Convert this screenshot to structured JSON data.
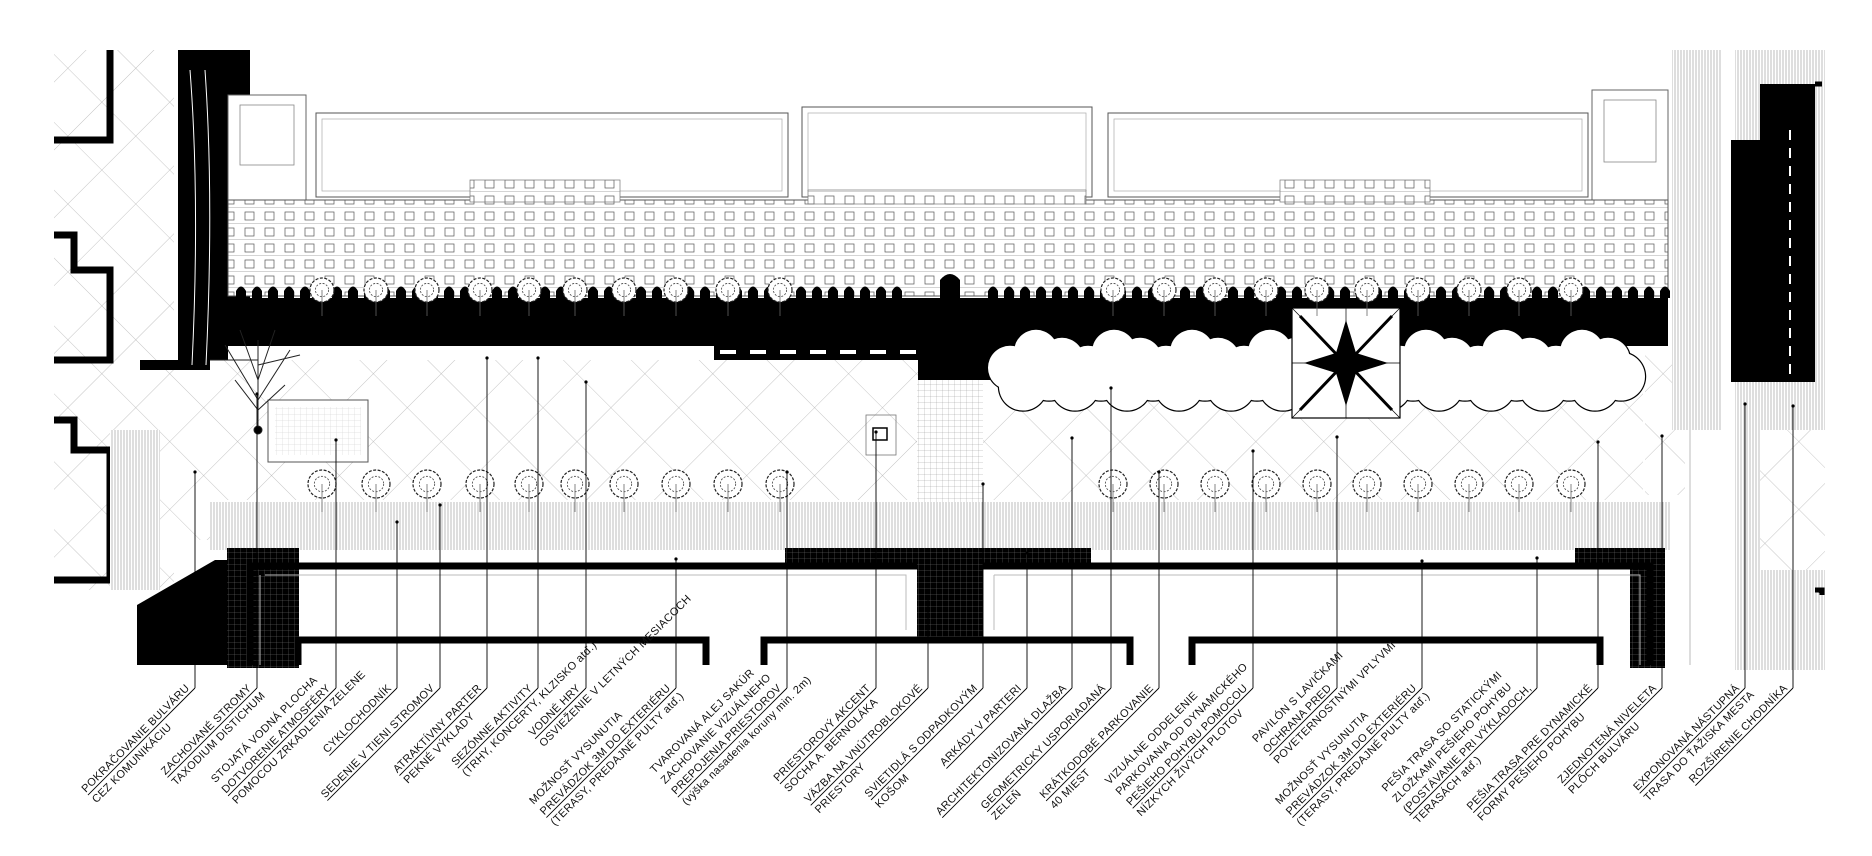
{
  "colors": {
    "ink": "#000000",
    "hatch": "#9a9a9a",
    "paper": "#ffffff"
  },
  "labels": [
    {
      "lines": [
        "POKRAČOVANIE BULVÁRU",
        "CEZ KOMUNIKÁCIU"
      ]
    },
    {
      "lines": [
        "ZACHOVANÉ STROMY",
        "TAXODIUM DISTICHUM"
      ]
    },
    {
      "lines": [
        "STOJATÁ VODNÁ PLOCHA",
        "DOTVORENIE ATMOSFÉRY",
        "POMOCOU ZRKADLENIA ZELENE"
      ]
    },
    {
      "lines": [
        "CYKLOCHODNÍK"
      ]
    },
    {
      "lines": [
        "SEDENIE V TIENI STROMOV"
      ]
    },
    {
      "lines": [
        "ATRAKTÍVNY PARTER",
        "PEKNÉ VÝKLADY"
      ]
    },
    {
      "lines": [
        "SEZÓNNE AKTIVITY",
        "(TRHY, KONCERTY, KLZISKO atď.)"
      ]
    },
    {
      "lines": [
        "VODNÉ HRY",
        "OSVIEŽENIE V LETNÝCH MESIACOCH"
      ]
    },
    {
      "lines": [
        "MOŽNOSŤ VYSUNUTIA",
        "PREVÁDZOK 3M DO EXTERIÉRU",
        "(TERASY, PREDAJNÉ PULTY atď.)"
      ]
    },
    {
      "lines": [
        "TVAROVANÁ ALEJ SAKÚR",
        "ZACHOVANIE VIZUÁLNEHO",
        "PREPOJENIA PRIESTOROV",
        "(výška nasadenia koruny min. 2m)"
      ]
    },
    {
      "lines": [
        "PRIESTOROVÝ AKCENT",
        "SOCHA A. BERNOLÁKA"
      ]
    },
    {
      "lines": [
        "VÄZBA NA VNÚTROBLOKOVÉ",
        "PRIESTORY"
      ]
    },
    {
      "lines": [
        "SVIETIDLÁ S ODPADKOVÝM",
        "KOŠOM"
      ]
    },
    {
      "lines": [
        "ARKÁDY V PARTERI"
      ]
    },
    {
      "lines": [
        "ARCHITEKTONIZOVANÁ DLAŽBA"
      ]
    },
    {
      "lines": [
        "GEOMETRICKY USPORIADANÁ",
        "ZELEŇ"
      ]
    },
    {
      "lines": [
        "KRÁTKODOBÉ PARKOVANIE",
        "40 MIEST"
      ]
    },
    {
      "lines": [
        "VIZUÁLNE ODDELENIE",
        "PARKOVANIA OD DYNAMICKÉHO",
        "PEŠIEHO POHYBU POMOCOU",
        "NÍZKYCH ŽIVÝCH PLOTOV"
      ]
    },
    {
      "lines": [
        "PAVILÓN S LAVIČKAMI",
        "OCHRANA PRED",
        "POVETERNOSTNÝMI VPLYVMI"
      ]
    },
    {
      "lines": [
        "MOŽNOSŤ VYSUNUTIA",
        "PREVÁDZOK 3M DO EXTERIÉRU",
        "(TERASY, PREDAJNÉ PULTY atď.)"
      ]
    },
    {
      "lines": [
        "PEŠIA TRASA SO STATICKÝMI",
        "ZLOŽKAMI PEŠIEHO POHYBU",
        "(POSTÁVANIE PRI VÝKLADOCH,",
        "TERASÁCH atď.)"
      ]
    },
    {
      "lines": [
        "PEŠIA TRASA PRE DYNAMICKÉ",
        "FORMY PEŠIEHO POHYBU"
      ]
    },
    {
      "lines": [
        "ZJEDNOTENÁ NIVELETA",
        "PLÔCH BULVÁRU"
      ]
    },
    {
      "lines": [
        "EXPONOVANÁ NÁSTUPNÁ",
        "TRASA DO ŤAŽISKA MESTA"
      ]
    },
    {
      "lines": [
        "ROZŠÍRENIE CHODNÍKA"
      ]
    }
  ]
}
